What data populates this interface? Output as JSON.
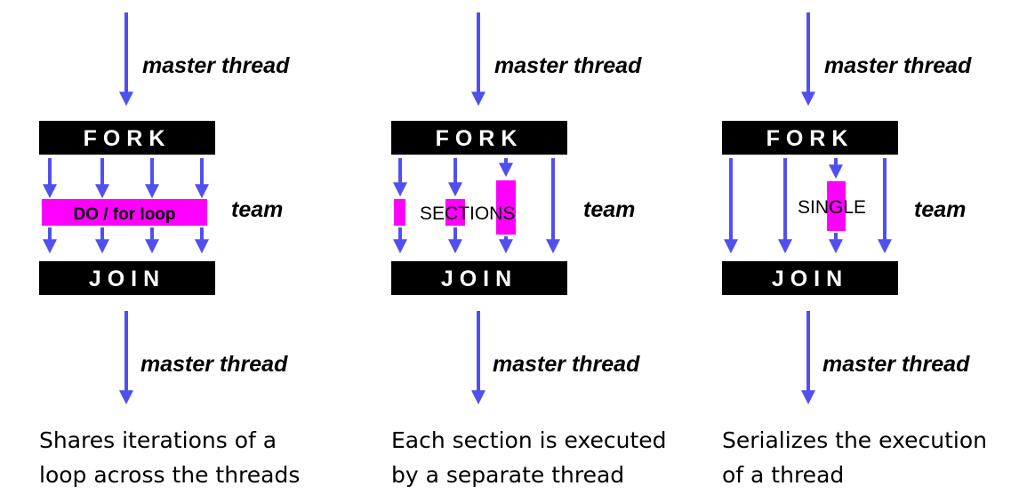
{
  "colors": {
    "arrow": "#5050f0",
    "bar": "#000000",
    "highlight": "#ff00ff"
  },
  "panels": [
    {
      "top_label": "master thread",
      "fork_label": "FORK",
      "join_label": "JOIN",
      "team_label": "team",
      "bottom_label": "master thread",
      "construct_label": "DO / for  loop",
      "caption_line1": "Shares iterations of a",
      "caption_line2": "loop across the threads"
    },
    {
      "top_label": "master thread",
      "fork_label": "FORK",
      "join_label": "JOIN",
      "team_label": "team",
      "bottom_label": "master thread",
      "construct_label": "SECTIONS",
      "caption_line1": "Each section is executed",
      "caption_line2": "by a separate thread"
    },
    {
      "top_label": "master thread",
      "fork_label": "FORK",
      "join_label": "JOIN",
      "team_label": "team",
      "bottom_label": "master thread",
      "construct_label": "SINGLE",
      "caption_line1": "Serializes the execution",
      "caption_line2": "of a thread"
    }
  ]
}
